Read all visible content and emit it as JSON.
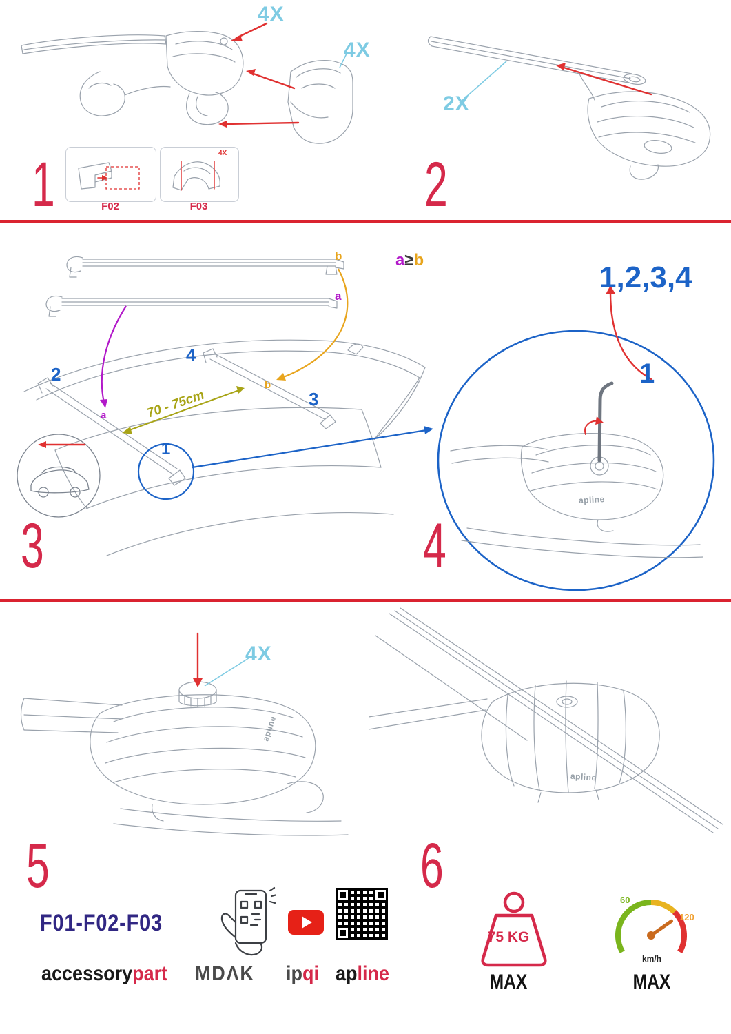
{
  "colors": {
    "step_red": "#d5294a",
    "arrow_red": "#e03131",
    "qty_cyan": "#7ecbe3",
    "blue": "#1c63c7",
    "purple": "#b219c9",
    "orange": "#e8a51e",
    "olive": "#a8a416",
    "navy": "#312783",
    "youtube_red": "#e62117"
  },
  "steps": {
    "s1": {
      "num": "1",
      "qty_a": "4X",
      "qty_b": "4X",
      "inset_qty": "4X",
      "part1": "F02",
      "part2": "F03"
    },
    "s2": {
      "num": "2",
      "qty": "2X"
    },
    "s3": {
      "num": "3",
      "bar_b": "b",
      "bar_a": "a",
      "cmp_a": "a",
      "cmp_ge": "≥",
      "cmp_b": "b",
      "roof_a": "a",
      "roof_b": "b",
      "pos1": "1",
      "pos2": "2",
      "pos3": "3",
      "pos4": "4",
      "distance": "70 - 75cm"
    },
    "s4": {
      "num": "4",
      "sequence": "1,2,3,4",
      "first": "1",
      "brand": "apline"
    },
    "s5": {
      "num": "5",
      "qty": "4X",
      "codes": "F01-F02-F03",
      "brand": "apline"
    },
    "s6": {
      "num": "6",
      "weight": "75 KG",
      "weight_max": "MAX",
      "speed_low": "60",
      "speed_high": "120",
      "speed_unit": "km/h",
      "speed_max": "MAX"
    }
  },
  "logos": {
    "accessory": "accessory",
    "part": "part",
    "mdak": "MDΛK",
    "ip": "ip",
    "qi": "qi",
    "ap": "ap",
    "line": "line"
  }
}
